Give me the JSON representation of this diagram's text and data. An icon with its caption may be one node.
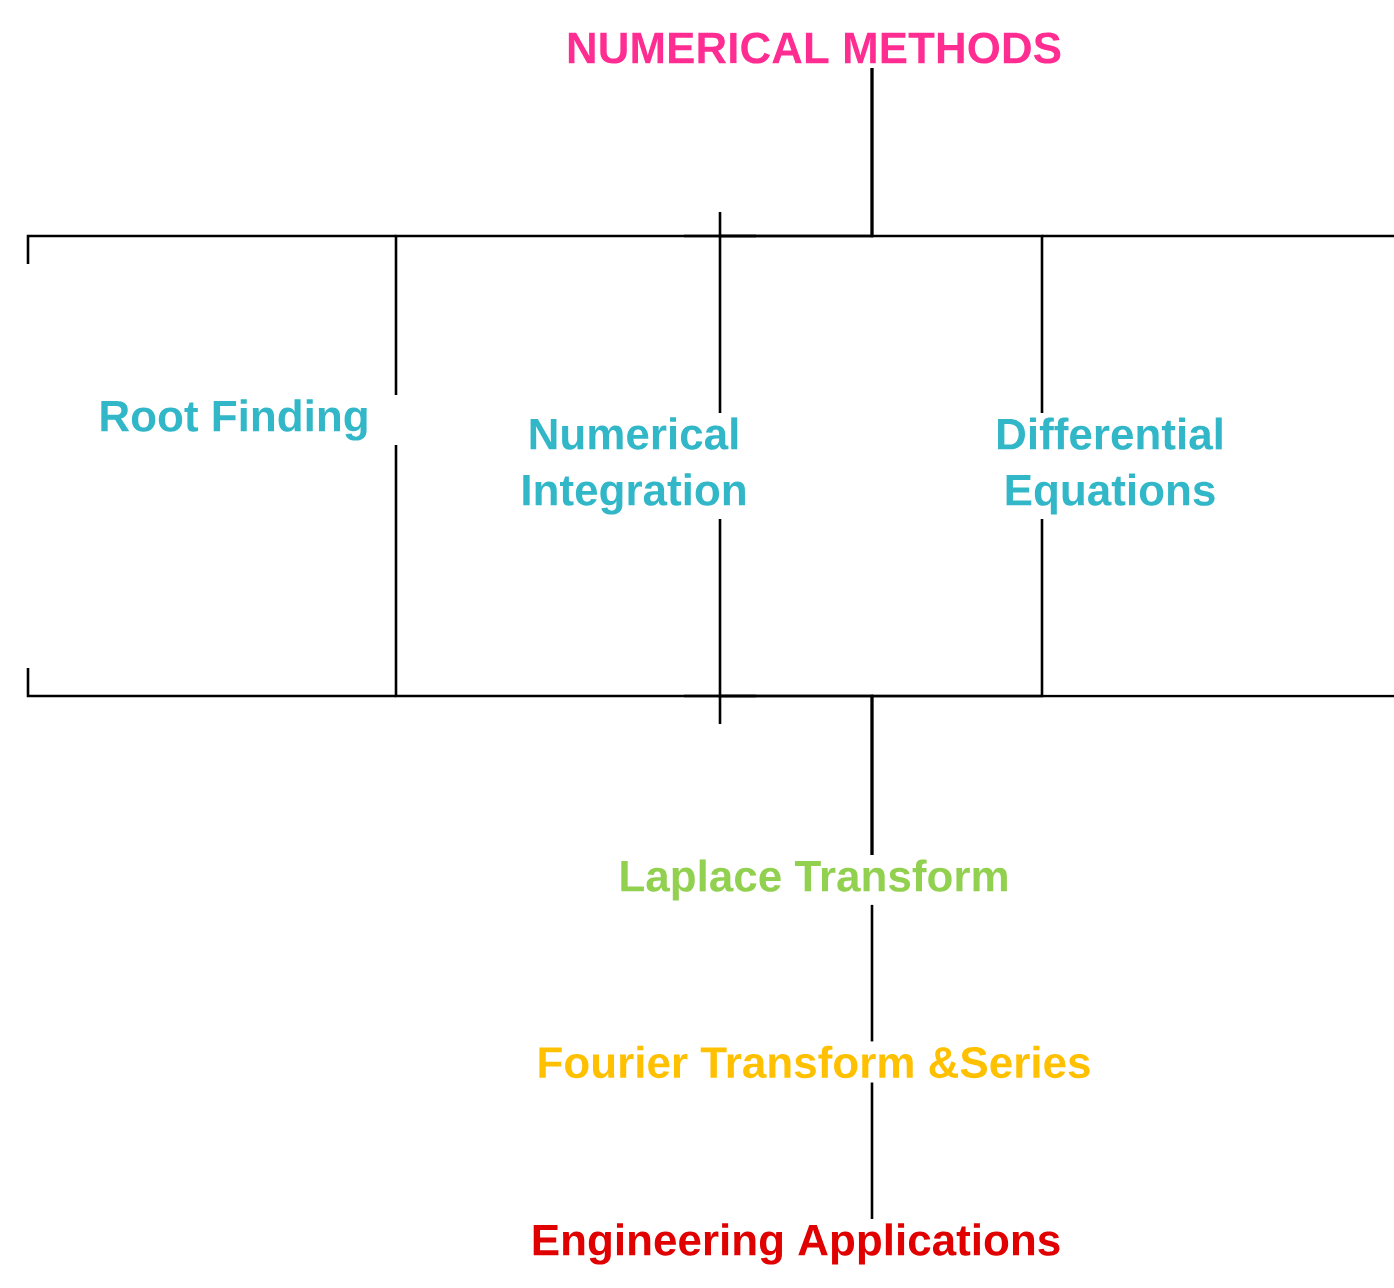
{
  "diagram": {
    "nodes": [
      {
        "text": [
          "NUMERICAL METHODS"
        ]
      },
      {
        "text": [
          "Root Finding"
        ]
      },
      {
        "text": [
          "Numerical Integration"
        ]
      },
      {
        "text": [
          "Differential Equations"
        ]
      },
      {
        "text": [
          "Laplace Transform"
        ]
      },
      {
        "text": [
          "Fourier Transform &Series"
        ]
      },
      {
        "text": [
          "Engineering Applications"
        ]
      }
    ],
    "edges": [
      {
        "from": 0,
        "to": 1,
        "arrow": "none"
      },
      {
        "from": 0,
        "to": 2,
        "arrow": "none"
      },
      {
        "from": 0,
        "to": 3,
        "arrow": "none"
      },
      {
        "from": 1,
        "to": 4,
        "arrow": "none"
      },
      {
        "from": 2,
        "to": 4,
        "arrow": "none"
      },
      {
        "from": 3,
        "to": 4,
        "arrow": "none"
      },
      {
        "from": 4,
        "to": 5,
        "arrow": "none"
      },
      {
        "from": 5,
        "to": 6,
        "arrow": "none"
      }
    ]
  }
}
